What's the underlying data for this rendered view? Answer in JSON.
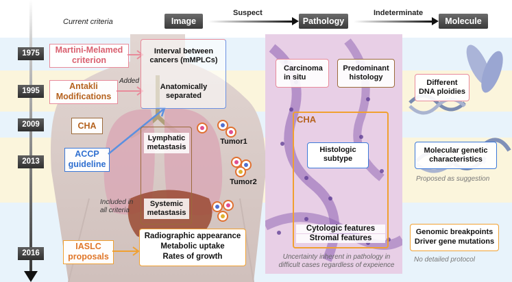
{
  "header": {
    "current_criteria": "Current criteria",
    "stages": [
      "Image",
      "Pathology",
      "Molecule"
    ],
    "transitions": [
      "Suspect",
      "Indeterminate"
    ]
  },
  "timeline": [
    "1975",
    "1995",
    "2009",
    "2013",
    "2016"
  ],
  "criteria": [
    {
      "name": "Martini-Melamed criterion",
      "color": "#e88a9a"
    },
    {
      "name": "Antakli Modifications",
      "color": "#b5621e"
    },
    {
      "name": "CHA",
      "color": "#b5621e"
    },
    {
      "name": "ACCP guideline",
      "color": "#2f6fd0"
    },
    {
      "name": "IASLC proposals",
      "color": "#e0772a"
    }
  ],
  "image_column": {
    "interval": "Interval between cancers (mMPLCs)",
    "anatomically": "Anatomically separated",
    "added": "Added",
    "lymphatic": "Lymphatic metastasis",
    "systemic": "Systemic metastasis",
    "included": "Included in all criteria",
    "tumor1": "Tumor1",
    "tumor2": "Tumor2",
    "radiographic": "Radiographic appearance",
    "metabolic": "Metabolic uptake",
    "growth": "Rates of growth"
  },
  "pathology_column": {
    "carcinoma": "Carcinoma in situ",
    "predominant": "Predominant histology",
    "cha": "CHA",
    "histologic": "Histologic subtype",
    "cytologic": "Cytologic features",
    "stromal": "Stromal features",
    "uncertainty": "Uncertainty inherent in pathology in difficult cases regardless of expeience"
  },
  "molecule_column": {
    "ploidies": "Different DNA ploidies",
    "molecular": "Molecular genetic characteristics",
    "proposed": "Proposed as suggestion",
    "breakpoints": "Genomic breakpoints",
    "driver": "Driver gene mutations",
    "no_protocol": "No detailed protocol"
  },
  "colors": {
    "pink": "#e88a9a",
    "brown": "#9b6a3a",
    "orange": "#f0a030",
    "blue": "#3a78d8",
    "dark": "#2f2f2f"
  }
}
